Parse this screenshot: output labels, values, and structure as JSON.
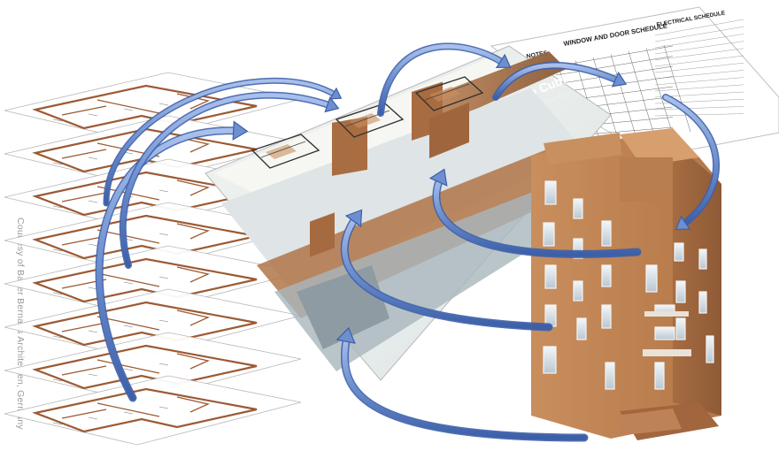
{
  "credit": "Courtesy of Bauer Bernaus Architekten, Germany",
  "presentation_sheet": {
    "title": "Palazzo Cubico",
    "subtitle": "Bauer Bernaus architekten"
  },
  "schedule_sheet": {
    "notes_heading": "NOTES",
    "window_door_heading": "WINDOW AND DOOR SCHEDULE",
    "electrical_heading": "ELECTRICAL SCHEDULE"
  },
  "colors": {
    "arrow_fill": "#6d8fcf",
    "arrow_edge": "#3d5fa8",
    "brick": "#b97a4c",
    "brick_dark": "#8e5a36",
    "plan_line": "#9b5a33"
  }
}
